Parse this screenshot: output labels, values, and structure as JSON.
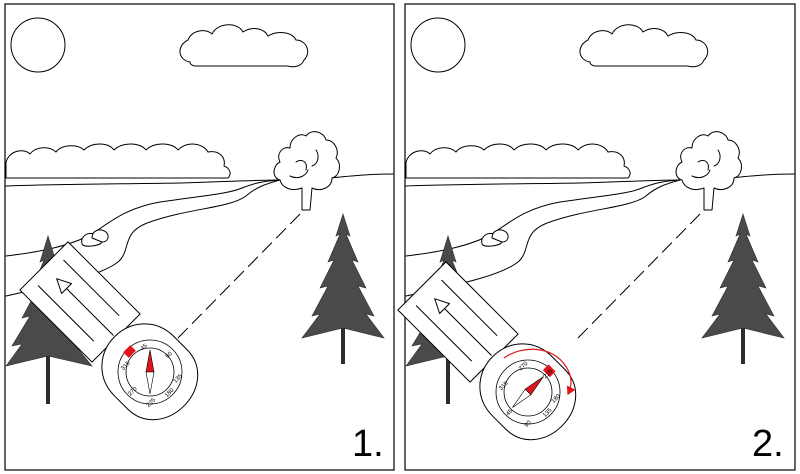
{
  "panels": [
    {
      "step_label": "1.",
      "bezel_labels": [
        "315",
        "45",
        "90",
        "135",
        "180",
        "225",
        "270"
      ]
    },
    {
      "step_label": "2.",
      "bezel_labels": [
        "315",
        "270",
        "225",
        "180",
        "135",
        "90",
        "45"
      ]
    }
  ],
  "colors": {
    "accent": "#e0161b",
    "conifer": "#4a4a4a",
    "ink": "#000000"
  },
  "icons": [
    "sun-icon",
    "cloud-icon",
    "deciduous-tree-icon",
    "conifer-tree-icon",
    "boulder-icon",
    "compass-icon",
    "rotation-arrow-icon"
  ]
}
